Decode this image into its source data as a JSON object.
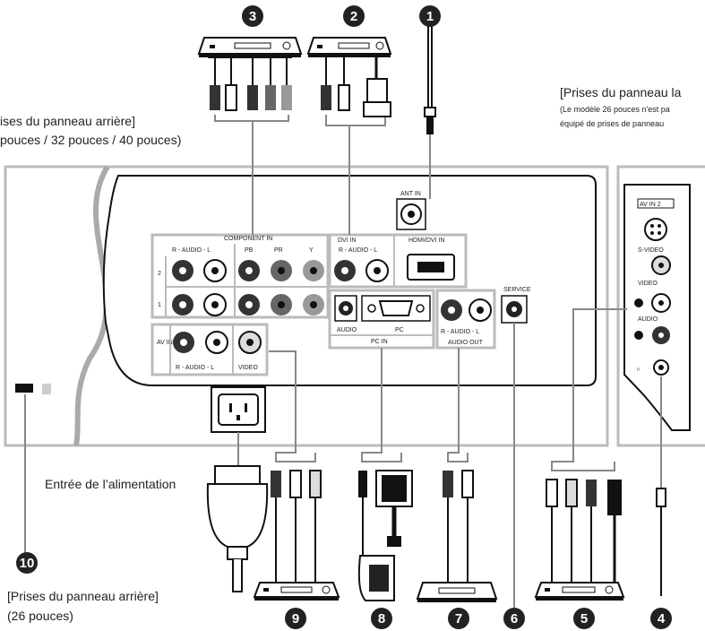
{
  "captions": {
    "rear_32_40_line1": "ises du panneau arrière]",
    "rear_32_40_line2": "pouces / 32 pouces / 40 pouces)",
    "side_line1": "[Prises du panneau la",
    "side_line2": "(Le modèle 26 pouces n'est pa",
    "side_line3": "équipé de prises de panneau",
    "power_input": "Entrée de l’alimentation",
    "rear_26_line1": "[Prises du panneau arrière]",
    "rear_26_line2": "(26 pouces)"
  },
  "panel_labels": {
    "ant_in": "ANT IN",
    "component_in": "COMPONENT IN",
    "audio_rl": "R - AUDIO - L",
    "pb": "PB",
    "pr": "PR",
    "y": "Y",
    "row2": "2",
    "row1": "1",
    "dvi_in": "DVI IN",
    "hdmi_dvi_in": "HDMI/DVI IN",
    "service": "SERVICE",
    "audio": "AUDIO",
    "pc": "PC",
    "pc_in": "PC IN",
    "audio_out": "AUDIO OUT",
    "av_in_1": "AV IN 1",
    "video": "VIDEO",
    "av_in_2": "AV IN 2",
    "s_video": "S-VIDEO",
    "side_video": "VIDEO",
    "side_audio": "AUDIO"
  },
  "callouts": [
    "1",
    "2",
    "3",
    "4",
    "5",
    "6",
    "7",
    "8",
    "9",
    "10"
  ],
  "colors": {
    "callout_bg": "#222222",
    "panel_border": "#bbbbbb",
    "panel_line": "#111111",
    "wire": "#888888"
  }
}
